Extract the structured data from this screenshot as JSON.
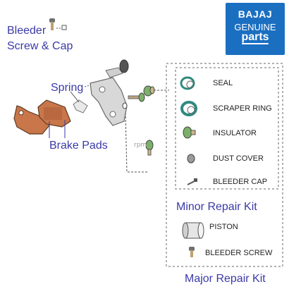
{
  "logo": {
    "brand": "BAJAJ",
    "line1": "GENUINE",
    "line2": "parts",
    "color": "#1b6fc1"
  },
  "labels": {
    "bleeder_line1": "Bleeder",
    "bleeder_line2": "Screw & Cap",
    "spring": "Spring",
    "brake_pads": "Brake Pads",
    "watermark": "rpm"
  },
  "minor_kit": {
    "title": "Minor Repair Kit",
    "items": [
      "SEAL",
      "SCRAPER RING",
      "INSULATOR",
      "DUST COVER",
      "BLEEDER CAP"
    ]
  },
  "major_kit": {
    "title": "Major Repair Kit",
    "items": [
      "PISTON",
      "BLEEDER SCREW"
    ]
  },
  "colors": {
    "label_blue": "#3a3aa8",
    "pad_orange": "#c9764a",
    "seal_teal": "#2e8a7e",
    "insulator_green": "#7bb06a"
  }
}
